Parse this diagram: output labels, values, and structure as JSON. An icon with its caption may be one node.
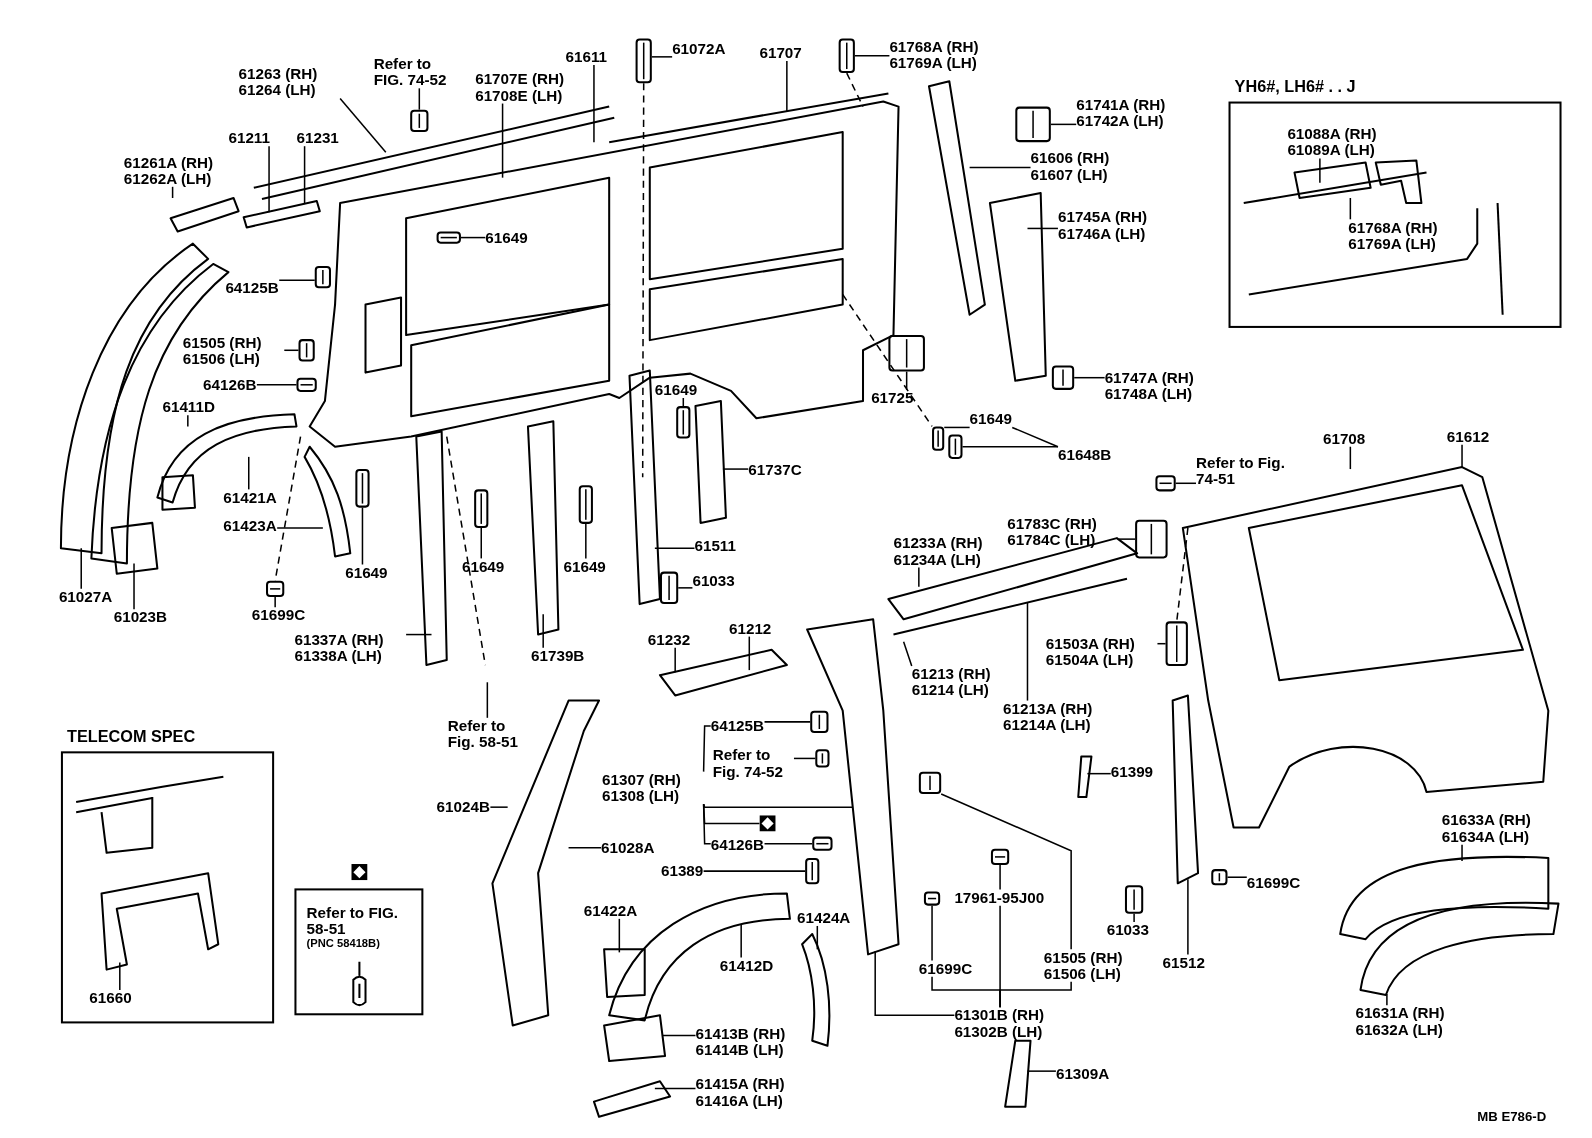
{
  "diagram": {
    "nodes": [
      {
        "text": [
          "61263 (RH) 61264 (LH)"
        ]
      },
      {
        "text": [
          "Refer to FIG. 74-52"
        ]
      },
      {
        "text": [
          "61707E (RH) 61708E (LH)"
        ]
      },
      {
        "text": [
          "61611"
        ]
      },
      {
        "text": [
          "61072A"
        ]
      },
      {
        "text": [
          "61707"
        ]
      },
      {
        "text": [
          "61768A (RH) 61769A (LH)"
        ]
      },
      {
        "text": [
          "61741A (RH) 61742A (LH)"
        ]
      },
      {
        "text": [
          "61606 (RH) 61607 (LH)"
        ]
      },
      {
        "text": [
          "61745A (RH) 61746A (LH)"
        ]
      },
      {
        "text": [
          "61649"
        ]
      },
      {
        "text": [
          "61211"
        ]
      },
      {
        "text": [
          "61231"
        ]
      },
      {
        "text": [
          "61261A (RH) 61262A (LH)"
        ]
      },
      {
        "text": [
          "64125B"
        ]
      },
      {
        "text": [
          "61505 (RH) 61506 (LH)"
        ]
      },
      {
        "text": [
          "64126B"
        ]
      },
      {
        "text": [
          "61411D"
        ]
      },
      {
        "text": [
          "61421A"
        ]
      },
      {
        "text": [
          "61423A"
        ]
      },
      {
        "text": [
          "61649"
        ]
      },
      {
        "text": [
          "61027A"
        ]
      },
      {
        "text": [
          "61023B"
        ]
      },
      {
        "text": [
          "61699C"
        ]
      },
      {
        "text": [
          "61337A (RH) 61338A (LH)"
        ]
      },
      {
        "text": [
          "61649"
        ]
      },
      {
        "text": [
          "61649"
        ]
      },
      {
        "text": [
          "61739B"
        ]
      },
      {
        "text": [
          "61649"
        ]
      },
      {
        "text": [
          "61737C"
        ]
      },
      {
        "text": [
          "61511"
        ]
      },
      {
        "text": [
          "61033"
        ]
      },
      {
        "text": [
          "61725"
        ]
      },
      {
        "text": [
          "61747A (RH) 61748A (LH)"
        ]
      },
      {
        "text": [
          "61649"
        ]
      },
      {
        "text": [
          "61648B"
        ]
      },
      {
        "text": [
          "Refer to Fig. 58-51"
        ]
      },
      {
        "text": [
          "61232"
        ]
      },
      {
        "text": [
          "61212"
        ]
      },
      {
        "text": [
          "61233A (RH) 61234A (LH)"
        ]
      },
      {
        "text": [
          "61783C (RH) 61784C (LH)"
        ]
      },
      {
        "text": [
          "Refer to Fig. 74-51"
        ]
      },
      {
        "text": [
          "61708"
        ]
      },
      {
        "text": [
          "61612"
        ]
      },
      {
        "text": [
          "61213 (RH) 61214 (LH)"
        ]
      },
      {
        "text": [
          "61213A (RH) 61214A (LH)"
        ]
      },
      {
        "text": [
          "61503A (RH) 61504A (LH)"
        ]
      },
      {
        "text": [
          "64125B"
        ]
      },
      {
        "text": [
          "Refer to Fig. 74-52"
        ]
      },
      {
        "text": [
          "61307 (RH) 61308 (LH)"
        ]
      },
      {
        "text": [],
        "shape": "box"
      },
      {
        "text": [
          "64126B"
        ]
      },
      {
        "text": [
          "61389"
        ]
      },
      {
        "text": [
          "61399"
        ]
      },
      {
        "text": [
          "61024B"
        ]
      },
      {
        "text": [
          "61028A"
        ]
      },
      {
        "text": [
          "61422A"
        ]
      },
      {
        "text": [
          "61412D"
        ]
      },
      {
        "text": [
          "61424A"
        ]
      },
      {
        "text": [
          "61413B (RH) 61414B (LH)"
        ]
      },
      {
        "text": [
          "61415A (RH) 61416A (LH)"
        ]
      },
      {
        "text": [
          "61699C"
        ]
      },
      {
        "text": [
          "17961-95J00"
        ]
      },
      {
        "text": [
          "61505 (RH) 61506 (LH)"
        ]
      },
      {
        "text": [
          "61301B (RH) 61302B (LH)"
        ]
      },
      {
        "text": [
          "61309A"
        ]
      },
      {
        "text": [
          "61033"
        ]
      },
      {
        "text": [
          "61512"
        ]
      },
      {
        "text": [
          "61699C"
        ]
      },
      {
        "text": [
          "61633A (RH) 61634A (LH)"
        ]
      },
      {
        "text": [
          "61631A (RH) 61632A (LH)"
        ]
      },
      {
        "text": [
          "YH6#, LH6# . . J"
        ]
      },
      {
        "text": [
          "61088A (RH) 61089A (LH)"
        ],
        "in": 71
      },
      {
        "text": [
          "61768A (RH) 61769A (LH)"
        ],
        "in": 71
      },
      {
        "text": [
          "TELECOM SPEC"
        ]
      },
      {
        "text": [
          "61660"
        ],
        "in": 74
      },
      {
        "text": [
          "Refer to FIG. 58-51",
          "(PNC 58418B)"
        ]
      },
      {
        "text": [],
        "shape": "picture"
      },
      {
        "text": [],
        "shape": "picture"
      },
      {
        "text": [],
        "shape": "picture"
      },
      {
        "text": [],
        "shape": "picture"
      },
      {
        "text": [],
        "shape": "picture"
      },
      {
        "text": [],
        "shape": "picture"
      },
      {
        "text": [],
        "shape": "picture"
      },
      {
        "text": [],
        "shape": "picture"
      },
      {
        "text": [],
        "shape": "picture"
      },
      {
        "text": [],
        "shape": "picture"
      },
      {
        "text": [],
        "shape": "picture"
      },
      {
        "text": [],
        "shape": "picture"
      },
      {
        "text": [],
        "shape": "picture"
      },
      {
        "text": [],
        "shape": "picture"
      },
      {
        "text": [],
        "shape": "picture"
      },
      {
        "text": [],
        "shape": "picture"
      },
      {
        "text": [],
        "shape": "picture"
      },
      {
        "text": [],
        "shape": "picture"
      },
      {
        "text": [],
        "shape": "picture"
      },
      {
        "text": [],
        "shape": "picture"
      },
      {
        "text": [],
        "shape": "picture"
      },
      {
        "text": [],
        "shape": "picture"
      },
      {
        "text": [],
        "shape": "picture"
      },
      {
        "text": [],
        "shape": "picture"
      },
      {
        "text": [],
        "shape": "picture"
      },
      {
        "text": [],
        "shape": "picture"
      },
      {
        "text": [],
        "shape": "picture"
      },
      {
        "text": [],
        "shape": "picture"
      },
      {
        "text": [],
        "shape": "picture"
      },
      {
        "text": [],
        "shape": "picture"
      }
    ],
    "edges": [
      {
        "from": 0,
        "to": null,
        "arrow": "none"
      },
      {
        "from": 1,
        "to": 77,
        "arrow": "none"
      },
      {
        "from": 2,
        "to": null,
        "arrow": "none"
      },
      {
        "from": 3,
        "to": null,
        "arrow": "none"
      },
      {
        "from": 4,
        "to": 78,
        "arrow": "none"
      },
      {
        "from": 5,
        "to": null,
        "arrow": "none"
      },
      {
        "from": 6,
        "to": 79,
        "arrow": "none"
      },
      {
        "from": 7,
        "to": 106,
        "arrow": "none"
      },
      {
        "from": 8,
        "to": null,
        "arrow": "none"
      },
      {
        "from": 9,
        "to": null,
        "arrow": "none"
      },
      {
        "from": 10,
        "to": 80,
        "arrow": "none"
      },
      {
        "from": 11,
        "to": null,
        "arrow": "none"
      },
      {
        "from": 12,
        "to": null,
        "arrow": "none"
      },
      {
        "from": 13,
        "to": null,
        "arrow": "none"
      },
      {
        "from": 14,
        "to": 81,
        "arrow": "none"
      },
      {
        "from": 15,
        "to": 82,
        "arrow": "none"
      },
      {
        "from": 16,
        "to": 83,
        "arrow": "none"
      },
      {
        "from": 17,
        "to": null,
        "arrow": "none"
      },
      {
        "from": 18,
        "to": null,
        "arrow": "none"
      },
      {
        "from": 19,
        "to": null,
        "arrow": "none"
      },
      {
        "from": 20,
        "to": 84,
        "arrow": "none"
      },
      {
        "from": 21,
        "to": null,
        "arrow": "none"
      },
      {
        "from": 22,
        "to": null,
        "arrow": "none"
      },
      {
        "from": 23,
        "to": 85,
        "arrow": "none"
      },
      {
        "from": 24,
        "to": null,
        "arrow": "none"
      },
      {
        "from": 25,
        "to": 86,
        "arrow": "none"
      },
      {
        "from": 26,
        "to": 87,
        "arrow": "none"
      },
      {
        "from": 27,
        "to": null,
        "arrow": "none"
      },
      {
        "from": 28,
        "to": 88,
        "arrow": "none"
      },
      {
        "from": 29,
        "to": null,
        "arrow": "none"
      },
      {
        "from": 30,
        "to": null,
        "arrow": "none"
      },
      {
        "from": 31,
        "to": 89,
        "arrow": "none"
      },
      {
        "from": 32,
        "to": 90,
        "arrow": "none"
      },
      {
        "from": 33,
        "to": 91,
        "arrow": "none"
      },
      {
        "from": 34,
        "to": 92,
        "arrow": "none"
      },
      {
        "from": 34,
        "to": 35,
        "arrow": "none"
      },
      {
        "from": 35,
        "to": 93,
        "arrow": "none"
      },
      {
        "from": 36,
        "to": null,
        "arrow": "none"
      },
      {
        "from": 37,
        "to": null,
        "arrow": "none"
      },
      {
        "from": 38,
        "to": null,
        "arrow": "none"
      },
      {
        "from": 39,
        "to": null,
        "arrow": "none"
      },
      {
        "from": 40,
        "to": 94,
        "arrow": "none"
      },
      {
        "from": 41,
        "to": 95,
        "arrow": "none"
      },
      {
        "from": 42,
        "to": null,
        "arrow": "none"
      },
      {
        "from": 43,
        "to": null,
        "arrow": "none"
      },
      {
        "from": 44,
        "to": null,
        "arrow": "none"
      },
      {
        "from": 45,
        "to": null,
        "arrow": "none"
      },
      {
        "from": 46,
        "to": 96,
        "arrow": "none"
      },
      {
        "from": 47,
        "to": 97,
        "arrow": "none"
      },
      {
        "from": 48,
        "to": 98,
        "arrow": "none"
      },
      {
        "from": 49,
        "to": 47,
        "arrow": "none"
      },
      {
        "from": 49,
        "to": 50,
        "arrow": "none"
      },
      {
        "from": 49,
        "to": 51,
        "arrow": "none"
      },
      {
        "from": 49,
        "to": null,
        "arrow": "none"
      },
      {
        "from": 51,
        "to": 99,
        "arrow": "none"
      },
      {
        "from": 52,
        "to": 100,
        "arrow": "none"
      },
      {
        "from": 53,
        "to": null,
        "arrow": "none"
      },
      {
        "from": 54,
        "to": null,
        "arrow": "none"
      },
      {
        "from": 55,
        "to": null,
        "arrow": "none"
      },
      {
        "from": 56,
        "to": null,
        "arrow": "none"
      },
      {
        "from": 57,
        "to": null,
        "arrow": "none"
      },
      {
        "from": 58,
        "to": null,
        "arrow": "none"
      },
      {
        "from": 59,
        "to": null,
        "arrow": "none"
      },
      {
        "from": 60,
        "to": null,
        "arrow": "none"
      },
      {
        "from": 61,
        "to": 101,
        "arrow": "none"
      },
      {
        "from": 62,
        "to": 102,
        "arrow": "none"
      },
      {
        "from": 63,
        "to": 105,
        "arrow": "none"
      },
      {
        "from": 64,
        "to": 61,
        "arrow": "none"
      },
      {
        "from": 64,
        "to": 62,
        "arrow": "none"
      },
      {
        "from": 64,
        "to": 63,
        "arrow": "none"
      },
      {
        "from": 64,
        "to": null,
        "arrow": "none"
      },
      {
        "from": 65,
        "to": null,
        "arrow": "none"
      },
      {
        "from": 66,
        "to": 103,
        "arrow": "none"
      },
      {
        "from": 67,
        "to": null,
        "arrow": "none"
      },
      {
        "from": 68,
        "to": 104,
        "arrow": "none"
      },
      {
        "from": 69,
        "to": null,
        "arrow": "none"
      },
      {
        "from": 70,
        "to": null,
        "arrow": "none"
      },
      {
        "from": 72,
        "to": null,
        "arrow": "none"
      },
      {
        "from": 73,
        "to": null,
        "arrow": "none"
      },
      {
        "from": 75,
        "to": null,
        "arrow": "none"
      }
    ],
    "labels": [
      "MB E786-D"
    ]
  }
}
